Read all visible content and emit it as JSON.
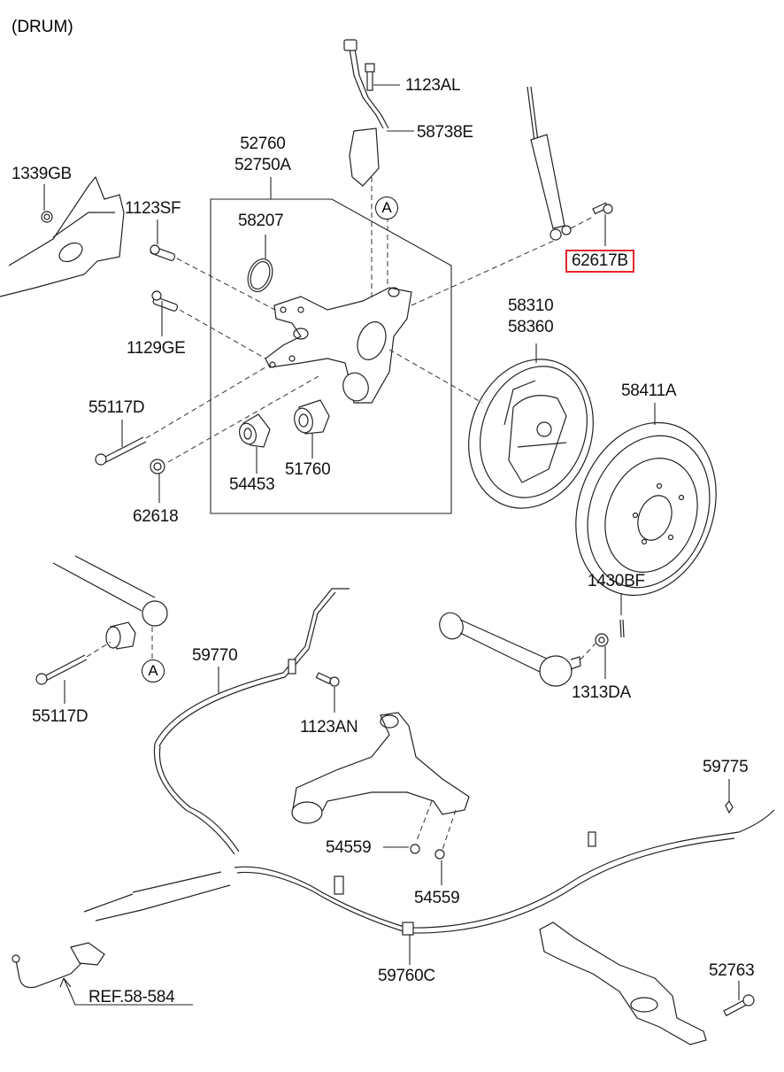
{
  "title": "(DRUM)",
  "highlight_color": "#e0262b",
  "callout_marker": "A",
  "parts": {
    "p1339GB": "1339GB",
    "p1123SF": "1123SF",
    "p1123AL": "1123AL",
    "p58738E": "58738E",
    "p52760": "52760",
    "p52750A": "52750A",
    "p58207": "58207",
    "p1129GE": "1129GE",
    "p55117D_top": "55117D",
    "p62618": "62618",
    "p54453": "54453",
    "p51760": "51760",
    "p62617B": "62617B",
    "p58310": "58310",
    "p58360": "58360",
    "p58411A": "58411A",
    "p1430BF": "1430BF",
    "p1313DA": "1313DA",
    "p59770": "59770",
    "p55117D_bottom": "55117D",
    "p1123AN": "1123AN",
    "p54559_a": "54559",
    "p54559_b": "54559",
    "p59775": "59775",
    "p59760C": "59760C",
    "p52763": "52763",
    "ref": "REF.58-584"
  },
  "selected_part": "62617B"
}
